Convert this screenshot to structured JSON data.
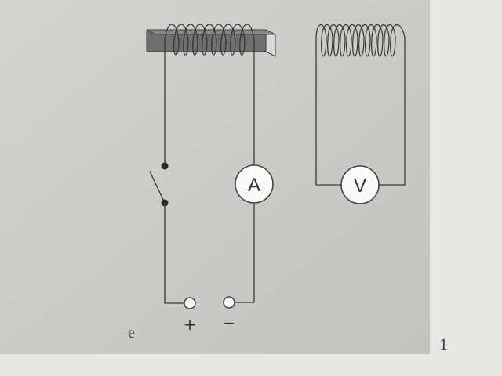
{
  "diagram": {
    "primary_meter": {
      "symbol": "A"
    },
    "secondary_meter": {
      "symbol": "V"
    },
    "terminals": {
      "positive": "+",
      "negative": "−"
    },
    "left_letter": "e",
    "page_number": "1"
  },
  "colors": {
    "page": "#e8e8e6",
    "shaded_panel": "#cbcbc8",
    "wire": "#3a3a3a",
    "iron_core": "#6f6f6f",
    "meter_face": "#fafafa"
  }
}
